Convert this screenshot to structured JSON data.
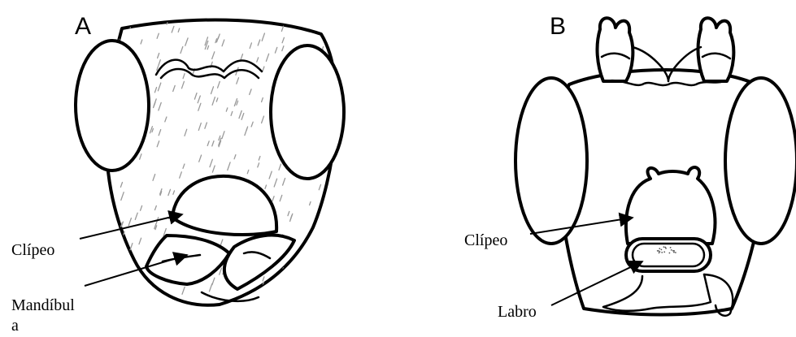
{
  "panels": {
    "a": {
      "letter": "A",
      "labels": {
        "clypeus": "Clípeo",
        "mandible_line1": "Mandíbul",
        "mandible_line2": "a"
      }
    },
    "b": {
      "letter": "B",
      "labels": {
        "clypeus": "Clípeo",
        "labrum": "Labro"
      }
    }
  }
}
